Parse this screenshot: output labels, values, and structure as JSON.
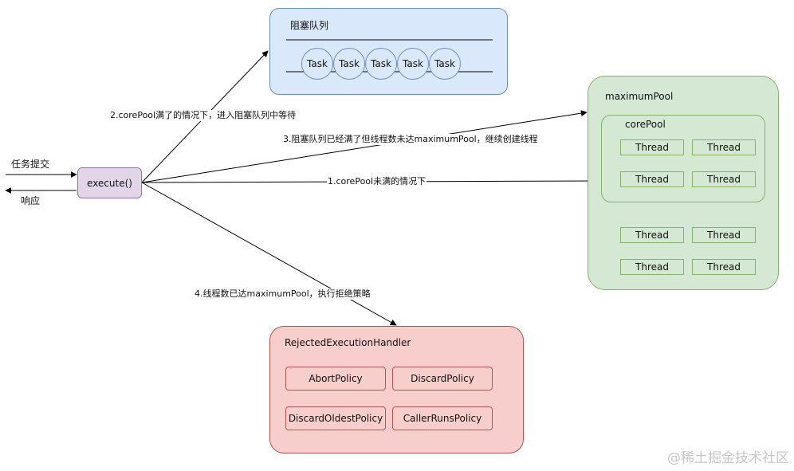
{
  "queue": {
    "title": "阻塞队列",
    "tasks": [
      "Task",
      "Task",
      "Task",
      "Task",
      "Task"
    ]
  },
  "maximum_pool": {
    "title": "maximumPool",
    "core_pool": {
      "title": "corePool",
      "threads": [
        "Thread",
        "Thread",
        "Thread",
        "Thread"
      ]
    },
    "extra_threads": [
      "Thread",
      "Thread",
      "Thread",
      "Thread"
    ]
  },
  "execute": {
    "label": "execute()"
  },
  "submit_label": "任务提交",
  "response_label": "响应",
  "edges": {
    "to_queue": "2.corePool满了的情况下，进入阻塞队列中等待",
    "to_max_pool": "3.阻塞队列已经满了但线程数未达maximumPool，继续创建线程",
    "to_core_pool": "1.corePool未满的情况下",
    "to_rejected": "4.线程数已达maximumPool，执行拒绝策略"
  },
  "rejected_handler": {
    "title": "RejectedExecutionHandler",
    "policies": [
      "AbortPolicy",
      "DiscardPolicy",
      "DiscardOldestPolicy",
      "CallerRunsPolicy"
    ]
  },
  "watermark": "@稀土掘金技术社区",
  "colors": {
    "queue_fill": "#dae8fc",
    "queue_stroke": "#6c8ebf",
    "pool_fill": "#d5e8d4",
    "pool_stroke": "#82b366",
    "rejected_fill": "#f8cecc",
    "rejected_stroke": "#b85450",
    "execute_fill": "#e1d5e7",
    "execute_stroke": "#9673a6"
  }
}
